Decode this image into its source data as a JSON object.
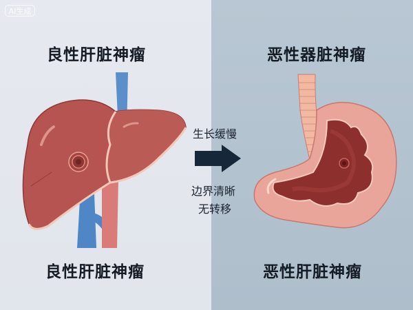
{
  "badge": {
    "label": "AI生成"
  },
  "left_panel": {
    "title_top": "良性肝脏神瘤",
    "title_bottom": "良性肝脏神瘤",
    "illustration": "liver-with-benign-tumor",
    "background_color": "#e3e7ed"
  },
  "right_panel": {
    "title_top": "恶性器脏神瘤",
    "title_bottom": "恶性肝脏神瘤",
    "illustration": "stomach-with-malignant-tumor",
    "background_color": "#b3c3cf"
  },
  "middle": {
    "text_top": "生长缓慢",
    "text_bottom_line1": "边界清晰",
    "text_bottom_line2": "无转移",
    "arrow_icon": "right-arrow-icon",
    "arrow_color": "#17273a"
  }
}
